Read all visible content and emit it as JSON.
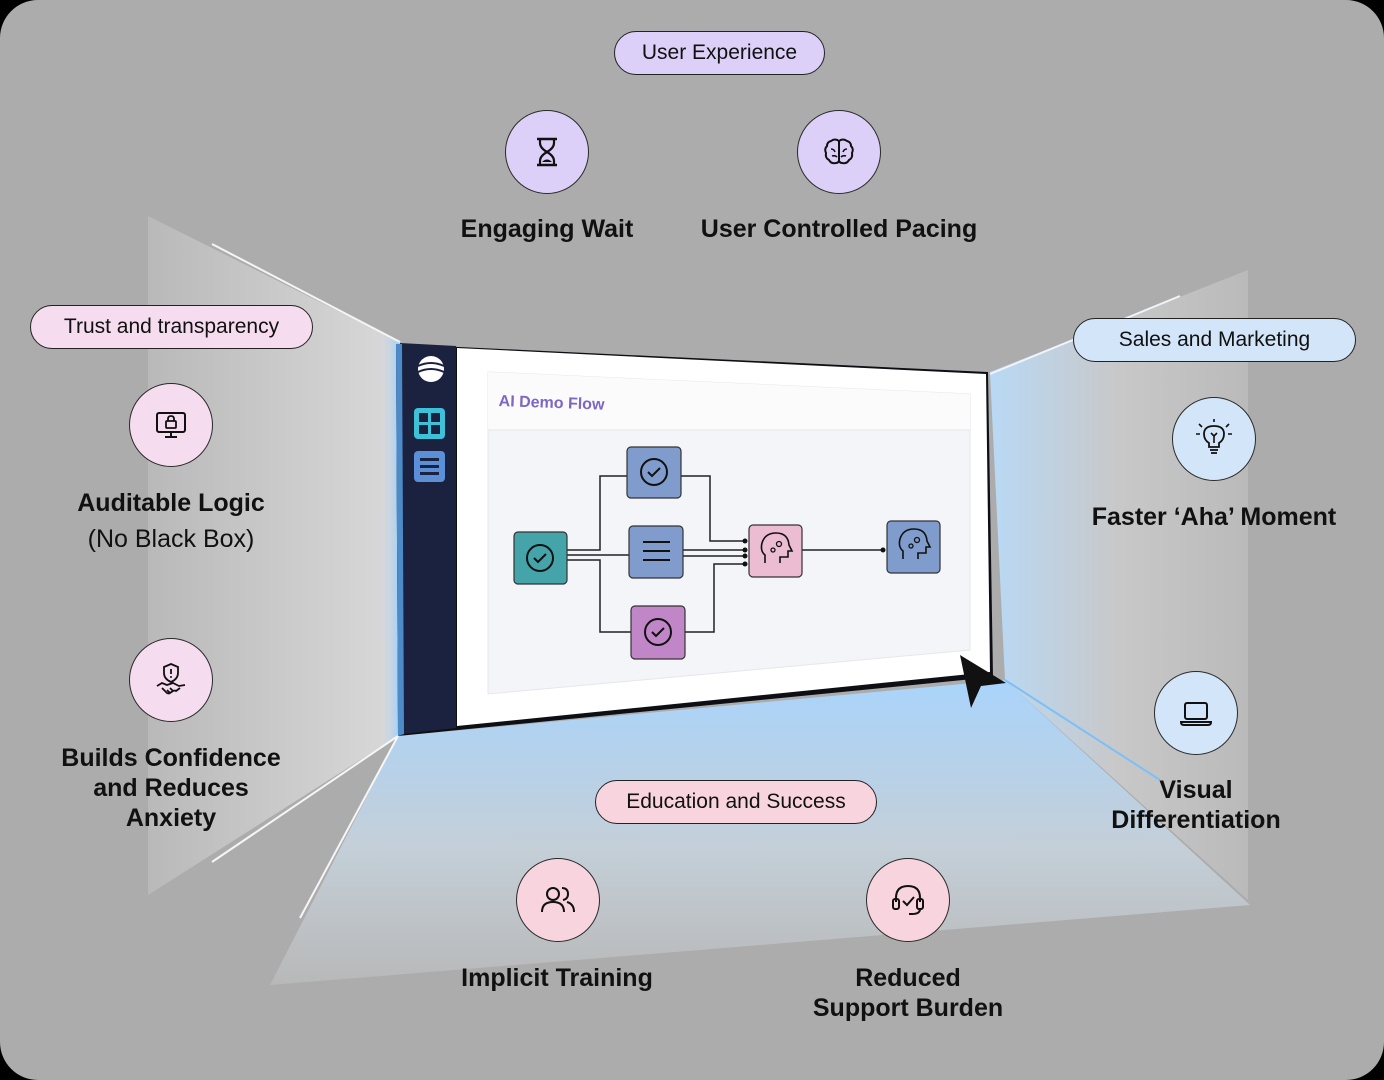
{
  "categories": {
    "user_experience": "User Experience",
    "trust": "Trust and transparency",
    "sales": "Sales and Marketing",
    "education": "Education and Success"
  },
  "items": {
    "engaging_wait": "Engaging Wait",
    "user_controlled_pacing": "User Controlled Pacing",
    "auditable_logic": "Auditable Logic",
    "auditable_logic_sub": "(No Black Box)",
    "builds_confidence_1": "Builds Confidence",
    "builds_confidence_2": "and Reduces",
    "builds_confidence_3": "Anxiety",
    "faster_aha": "Faster ‘Aha’ Moment",
    "visual_diff_1": "Visual",
    "visual_diff_2": "Differentiation",
    "implicit_training": "Implicit Training",
    "reduced_support_1": "Reduced",
    "reduced_support_2": "Support Burden"
  },
  "screen": {
    "card_title": "AI Demo Flow"
  },
  "icons": {
    "engaging_wait": "hourglass-icon",
    "user_controlled_pacing": "brain-icon",
    "auditable_logic": "monitor-lock-icon",
    "builds_confidence": "shield-handshake-icon",
    "faster_aha": "lightbulb-icon",
    "visual_diff": "laptop-icon",
    "implicit_training": "users-icon",
    "reduced_support": "headset-icon"
  },
  "colors": {
    "user_experience": "#ddd0f8",
    "trust": "#f6dcef",
    "sales": "#d3e5f8",
    "education": "#f8d5de",
    "sidebar": "#1a2240",
    "node_teal": "#45a4a9",
    "node_blue": "#7f9ccc",
    "node_purple": "#c186c8",
    "node_pink": "#ebbcd2"
  }
}
